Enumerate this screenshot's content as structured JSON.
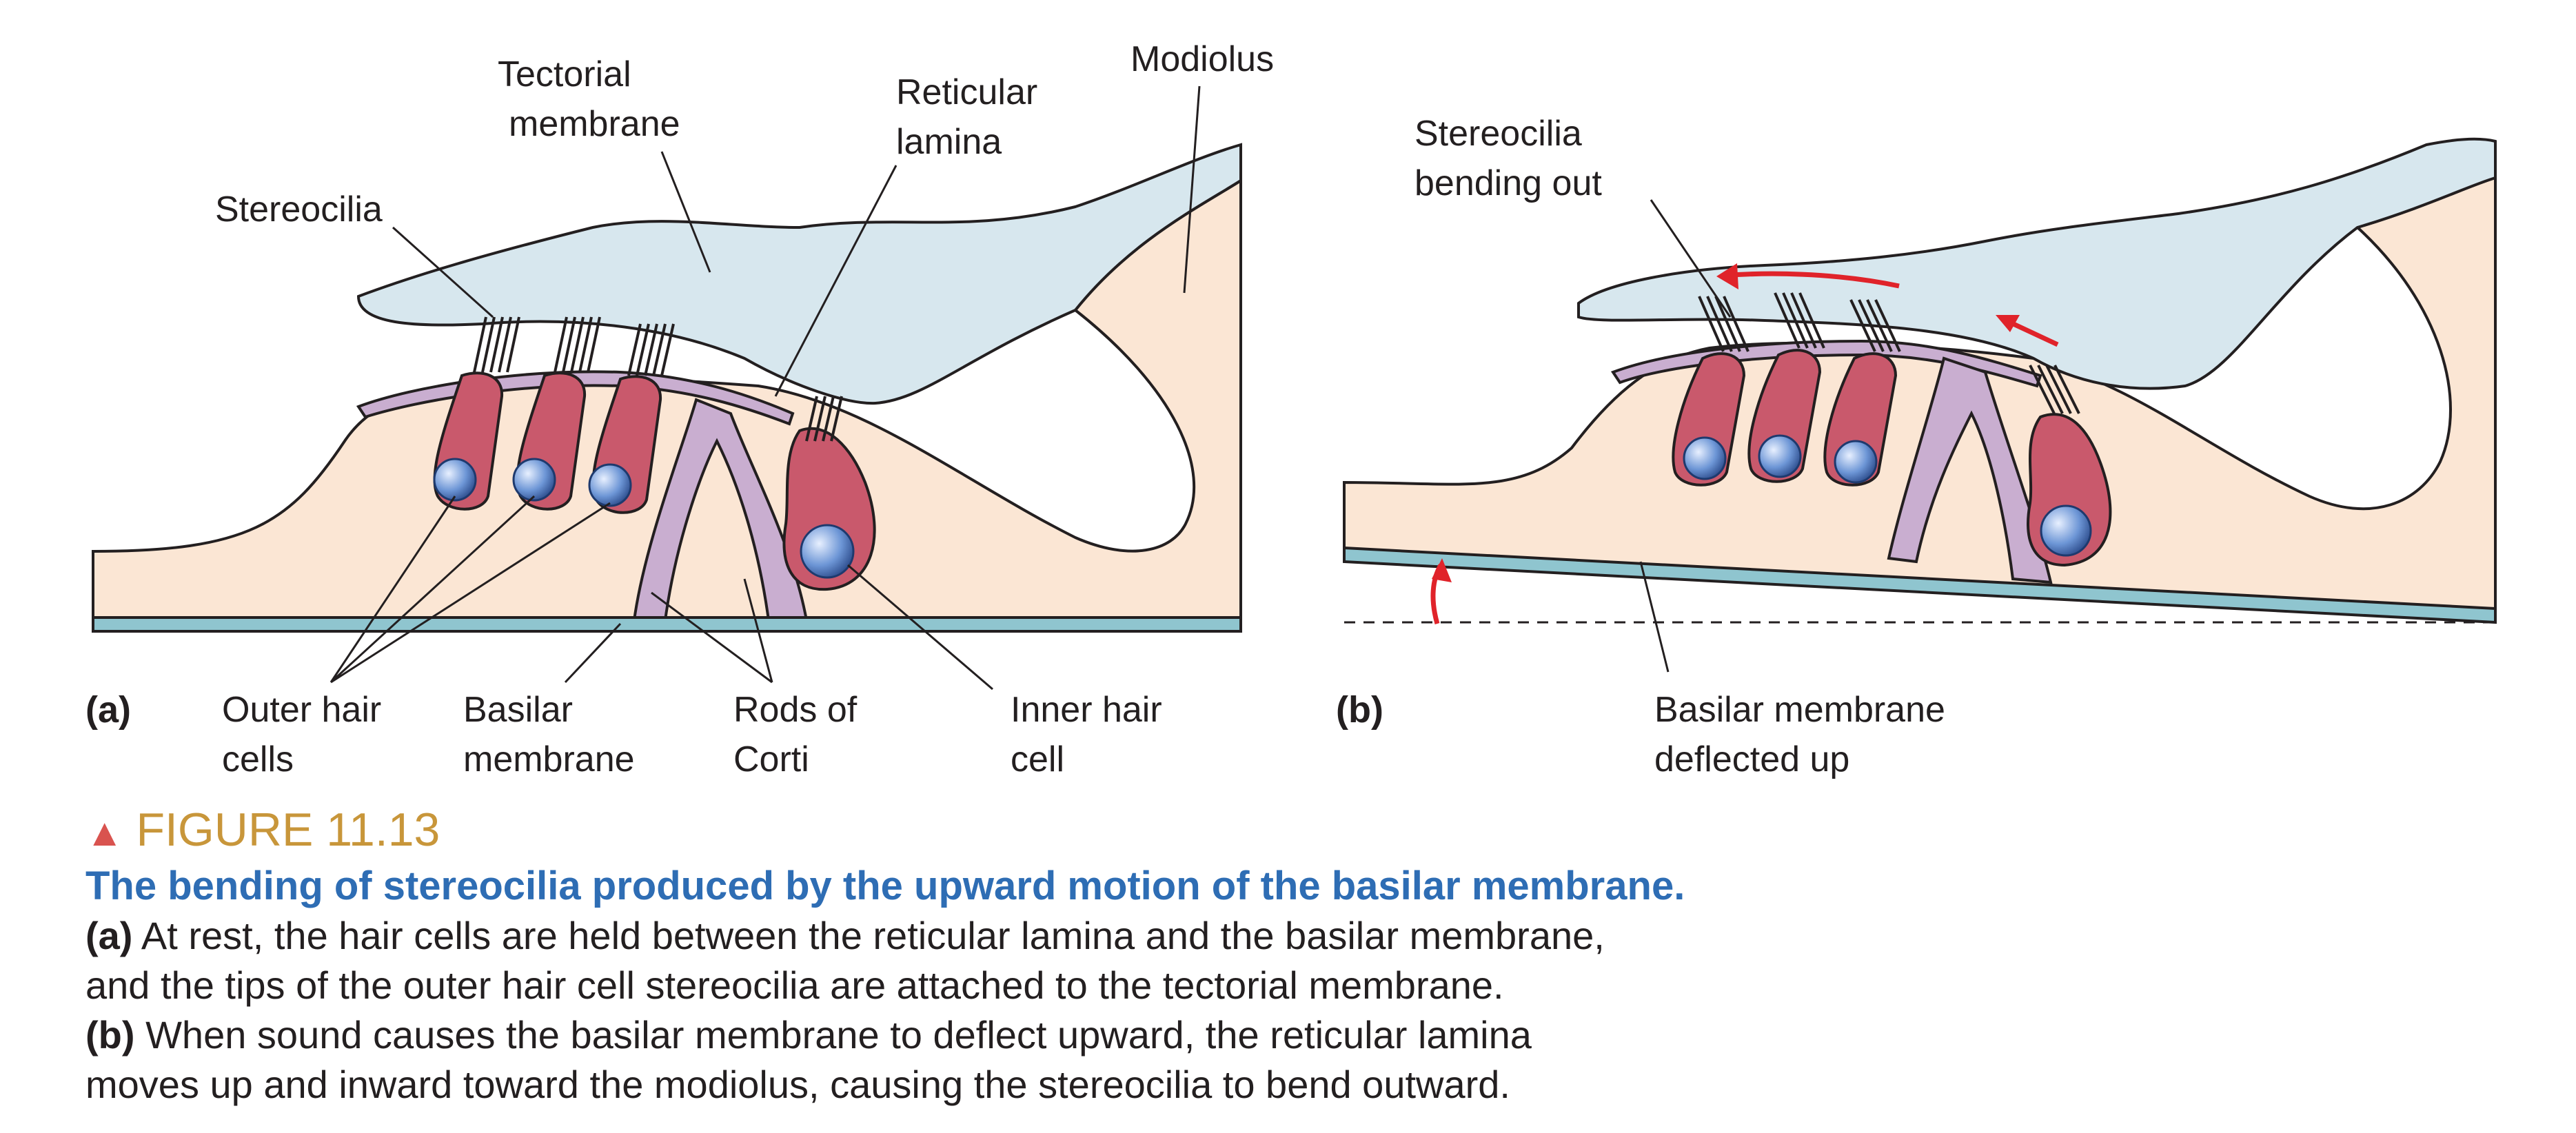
{
  "colors": {
    "tissue": "#fbe6d4",
    "tectorial": "#d7e7ee",
    "support": "#c9aed0",
    "hair_cell": "#c9596c",
    "nucleus": "#6d96d6",
    "membrane": "#8fc5cf",
    "arrow": "#e0232a",
    "caption_heading": "#c8963a",
    "caption_title": "#2e6db4"
  },
  "panel_a": {
    "panel_label": "(a)",
    "tectorial_membrane": [
      "Tectorial",
      "membrane"
    ],
    "reticular_lamina": [
      "Reticular",
      "lamina"
    ],
    "modiolus": "Modiolus",
    "stereocilia": "Stereocilia",
    "outer_hair_cells": [
      "Outer hair",
      "cells"
    ],
    "basilar_membrane": [
      "Basilar",
      "membrane"
    ],
    "rods_of_corti": [
      "Rods of",
      "Corti"
    ],
    "inner_hair_cell": [
      "Inner hair",
      "cell"
    ]
  },
  "panel_b": {
    "panel_label": "(b)",
    "stereocilia_bending_out": [
      "Stereocilia",
      "bending out"
    ],
    "basilar_membrane_deflected": [
      "Basilar membrane",
      "deflected up"
    ]
  },
  "caption": {
    "figure_number": "FIGURE 11.13",
    "title": "The bending of stereocilia produced by the upward motion of the basilar membrane.",
    "para_a_label": "(a)",
    "para_a_line1": " At rest, the hair cells are held between the reticular lamina and the basilar membrane,",
    "para_a_line2": "and the tips of the outer hair cell stereocilia are attached to the tectorial membrane.",
    "para_b_label": "(b)",
    "para_b_line1": " When sound causes the basilar membrane to deflect upward, the reticular lamina",
    "para_b_line2": "moves up and inward toward the modiolus, causing the stereocilia to bend outward."
  }
}
